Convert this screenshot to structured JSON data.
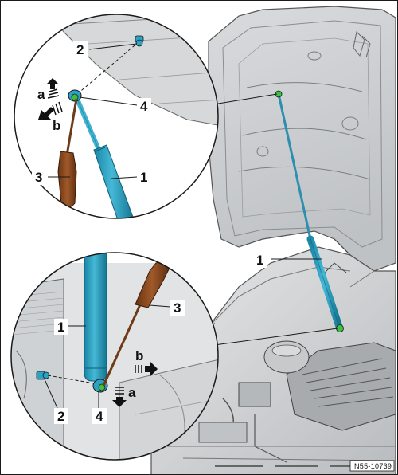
{
  "callouts": {
    "one": "1",
    "two": "2",
    "three": "3",
    "four": "4",
    "a": "a",
    "b": "b"
  },
  "figure_code": "N55-10739",
  "colors": {
    "strut": "#2aa3c4",
    "strut_dark": "#12708c",
    "strut_rod": "#3fb3cf",
    "screwdriver_handle": "#8a4a1e",
    "screwdriver_shaft": "#6e3a17",
    "clip_green": "#3fbf3f",
    "car_body": "#d4d6d8",
    "car_line": "#6c6f72",
    "outline": "#1a1a1a"
  },
  "icons": {
    "arrow_up": "arrow-up-icon",
    "arrow_down": "arrow-down-icon",
    "arrow_right": "arrow-right-icon",
    "arrow_down_left": "arrow-down-left-icon"
  }
}
